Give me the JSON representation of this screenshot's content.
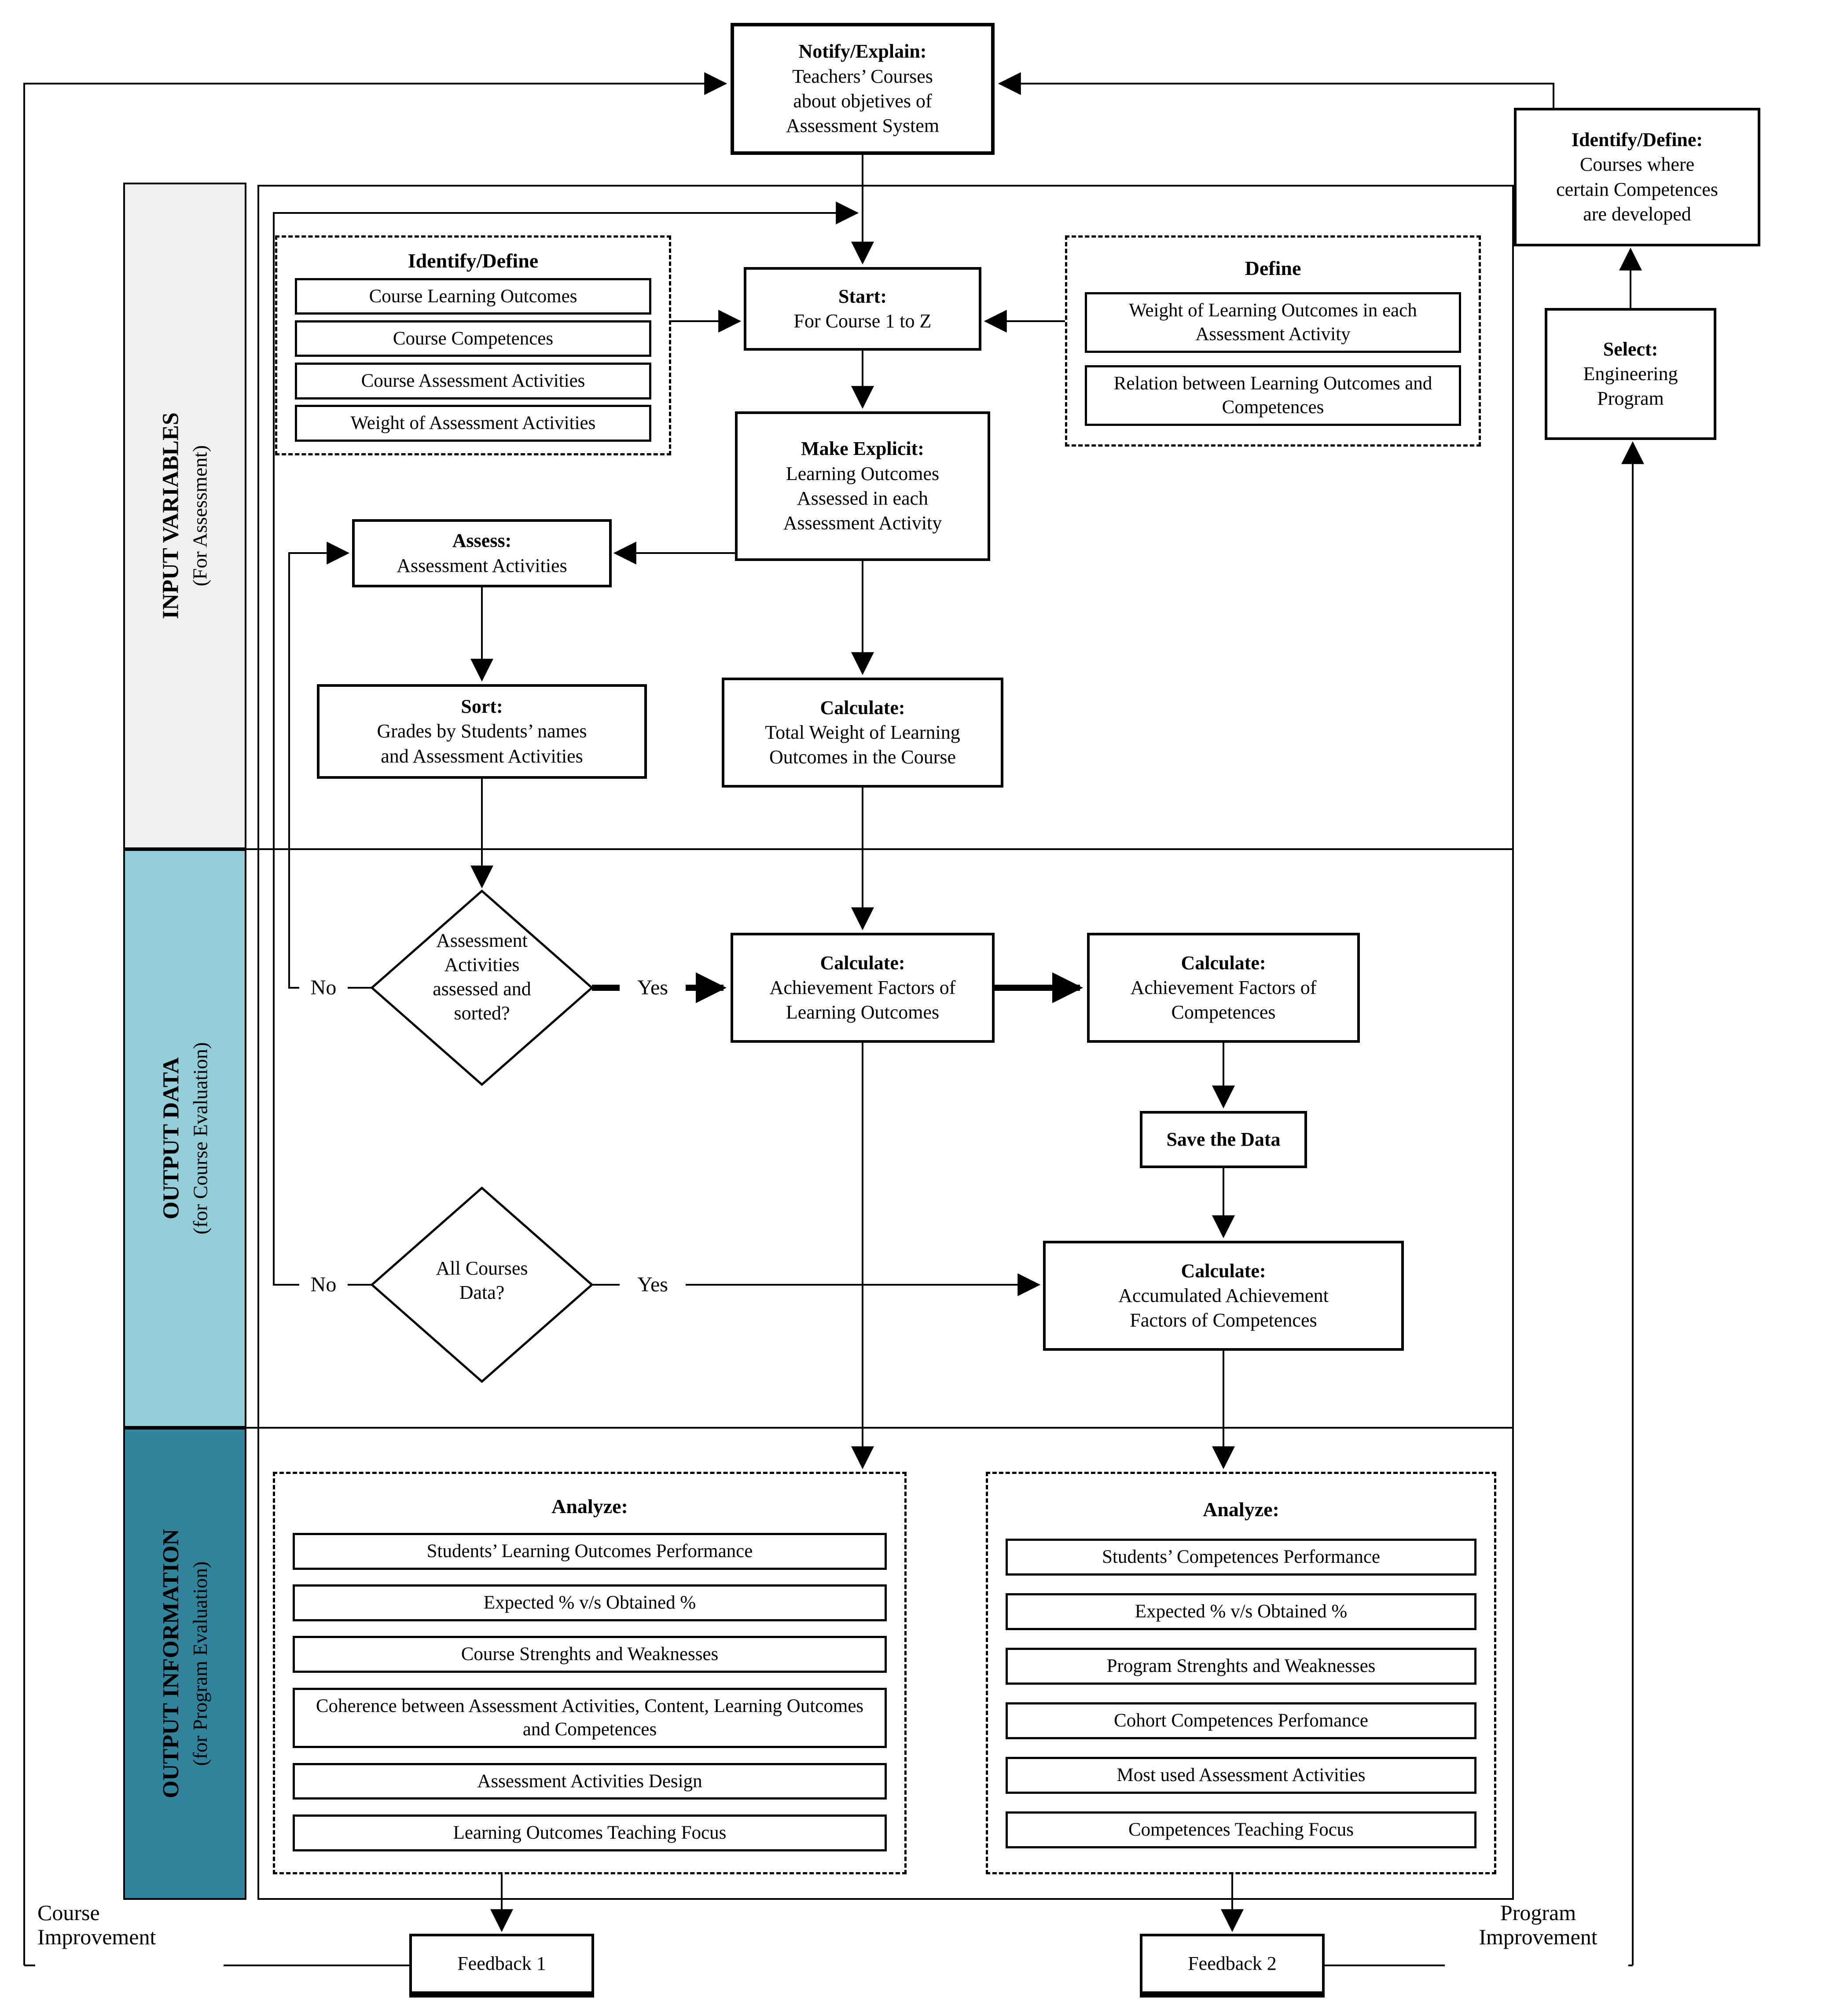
{
  "bands": [
    {
      "title": "INPUT VARIABLES",
      "subtitle": "(For Assessment)",
      "color": "#f0efef"
    },
    {
      "title": "OUTPUT DATA",
      "subtitle": "(for Course Evaluation)",
      "color": "#92cdd8"
    },
    {
      "title": "OUTPUT INFORMATION",
      "subtitle": "(for Program Evaluation)",
      "color": "#31849b"
    }
  ],
  "nodes": {
    "notify": {
      "title": "Notify/Explain:",
      "line1": "Teachers’ Courses",
      "line2": "about objetives of",
      "line3": "Assessment System"
    },
    "identify_courses": {
      "title": "Identify/Define:",
      "line1": "Courses where",
      "line2": "certain Competences",
      "line3": "are developed"
    },
    "select_program": {
      "title": "Select:",
      "line1": "Engineering",
      "line2": "Program"
    },
    "start": {
      "title": "Start:",
      "line1": "For Course 1 to Z"
    },
    "make_explicit": {
      "title": "Make Explicit:",
      "line1": "Learning Outcomes",
      "line2": "Assessed in each",
      "line3": "Assessment Activity"
    },
    "assess": {
      "title": "Assess:",
      "line1": "Assessment Activities"
    },
    "sort": {
      "title": "Sort:",
      "line1": "Grades by Students’ names",
      "line2": "and Assessment Activities"
    },
    "calc_total": {
      "title": "Calculate:",
      "line1": "Total Weight of Learning",
      "line2": "Outcomes in the Course"
    },
    "calc_learning": {
      "title": "Calculate:",
      "line1": "Achievement Factors of",
      "line2": "Learning Outcomes"
    },
    "calc_competences": {
      "title": "Calculate:",
      "line1": "Achievement Factors of",
      "line2": "Competences"
    },
    "save": {
      "title": "Save the Data"
    },
    "calc_accumulated": {
      "title": "Calculate:",
      "line1": "Accumulated Achievement",
      "line2": "Factors of Competences"
    },
    "feedback1": {
      "title": "Feedback 1"
    },
    "feedback2": {
      "title": "Feedback 2"
    }
  },
  "decisions": {
    "d1": {
      "line1": "Assessment",
      "line2": "Activities",
      "line3": "assessed and",
      "line4": "sorted?",
      "no": "No",
      "yes": "Yes"
    },
    "d2": {
      "line1": "All Courses",
      "line2": "Data?",
      "no": "No",
      "yes": "Yes"
    }
  },
  "groups": {
    "identify_left": {
      "title": "Identify/Define",
      "items": [
        "Course Learning Outcomes",
        "Course Competences",
        "Course Assessment Activities",
        "Weight of Assessment Activities"
      ]
    },
    "define_right": {
      "title": "Define",
      "items": [
        "Weight of Learning Outcomes in each Assessment Activity",
        "Relation between Learning Outcomes and Competences"
      ]
    },
    "analyze_course": {
      "title": "Analyze:",
      "items": [
        "Students’ Learning Outcomes Performance",
        "Expected % v/s Obtained %",
        "Course Strenghts and Weaknesses",
        "Coherence between Assessment Activities, Content, Learning Outcomes and Competences",
        "Assessment Activities Design",
        "Learning Outcomes Teaching Focus"
      ]
    },
    "analyze_program": {
      "title": "Analyze:",
      "items": [
        "Students’ Competences Performance",
        "Expected % v/s Obtained %",
        "Program Strenghts and Weaknesses",
        "Cohort Competences Perfomance",
        "Most used Assessment Activities",
        "Competences Teaching Focus"
      ]
    }
  },
  "labels": {
    "course_improvement_1": "Course",
    "course_improvement_2": "Improvement",
    "program_improvement_1": "Program",
    "program_improvement_2": "Improvement"
  }
}
